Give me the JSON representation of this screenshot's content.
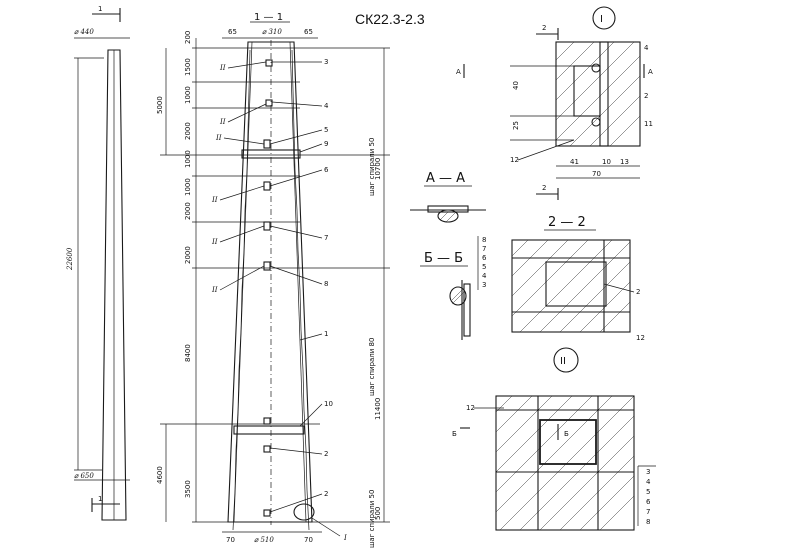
{
  "title": "СК22.3-2.3",
  "side_view": {
    "section_mark": "1",
    "top_diameter": "⌀ 440",
    "bottom_diameter": "⌀ 650",
    "length": "22600"
  },
  "section_1_1": {
    "title": "1 — 1",
    "top_left_offset": "65",
    "top_diameter": "⌀ 310",
    "top_right_offset": "65",
    "bottom_left_offset": "70",
    "bottom_diameter": "⌀ 510",
    "bottom_right_offset": "70",
    "left_dims": [
      "200",
      "1500",
      "1000",
      "2000",
      "1000",
      "1000",
      "2000",
      "2000",
      "8400",
      "3500"
    ],
    "left_outer_dims": [
      "5000",
      "4600"
    ],
    "right_dims": [
      "10700",
      "11400",
      "500"
    ],
    "right_notes": [
      "шаг спирали 50",
      "шаг спирали 80",
      "шаг спирали 50"
    ],
    "node_marks": [
      "II",
      "II",
      "II",
      "II",
      "II",
      "II",
      "I"
    ],
    "position_labels": [
      "3",
      "4",
      "5",
      "9",
      "6",
      "7",
      "8",
      "1",
      "10",
      "2",
      "2"
    ]
  },
  "detail_I": {
    "label": "I",
    "section_mark": "2",
    "dims_left": [
      "40",
      "25"
    ],
    "dims_bottom": [
      "41",
      "10",
      "13"
    ],
    "total": "70",
    "labels": [
      "4",
      "2",
      "11",
      "12"
    ],
    "cut_mark": "А"
  },
  "section_A_A": {
    "title": "А — А"
  },
  "section_2_2": {
    "title": "2 — 2",
    "labels": [
      "2",
      "12"
    ]
  },
  "section_B_B": {
    "title": "Б — Б",
    "stack": [
      "8",
      "7",
      "6",
      "5",
      "4",
      "3"
    ]
  },
  "detail_II": {
    "label": "II",
    "labels": [
      "12"
    ],
    "cut_mark": "Б",
    "stack": [
      "3",
      "4",
      "5",
      "6",
      "7",
      "8"
    ]
  }
}
